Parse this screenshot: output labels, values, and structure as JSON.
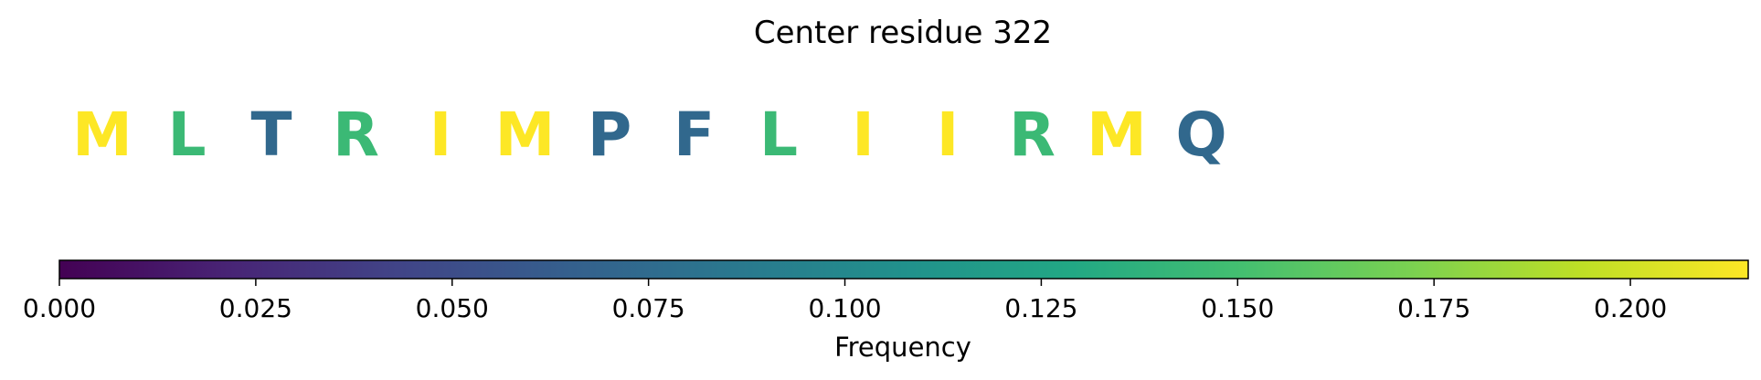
{
  "chart_data": {
    "type": "heatmap",
    "title": "Center residue 322",
    "residues": [
      {
        "letter": "M",
        "frequency": 0.215
      },
      {
        "letter": "L",
        "frequency": 0.145
      },
      {
        "letter": "T",
        "frequency": 0.072
      },
      {
        "letter": "R",
        "frequency": 0.145
      },
      {
        "letter": "I",
        "frequency": 0.215
      },
      {
        "letter": "M",
        "frequency": 0.215
      },
      {
        "letter": "P",
        "frequency": 0.072
      },
      {
        "letter": "F",
        "frequency": 0.072
      },
      {
        "letter": "L",
        "frequency": 0.145
      },
      {
        "letter": "I",
        "frequency": 0.215
      },
      {
        "letter": "I",
        "frequency": 0.215
      },
      {
        "letter": "R",
        "frequency": 0.145
      },
      {
        "letter": "M",
        "frequency": 0.215
      },
      {
        "letter": "Q",
        "frequency": 0.072
      }
    ],
    "colorbar": {
      "label": "Frequency",
      "range": [
        0,
        0.215
      ],
      "ticks": [
        "0.000",
        "0.025",
        "0.050",
        "0.075",
        "0.100",
        "0.125",
        "0.150",
        "0.175",
        "0.200"
      ],
      "colormap": "viridis"
    }
  }
}
